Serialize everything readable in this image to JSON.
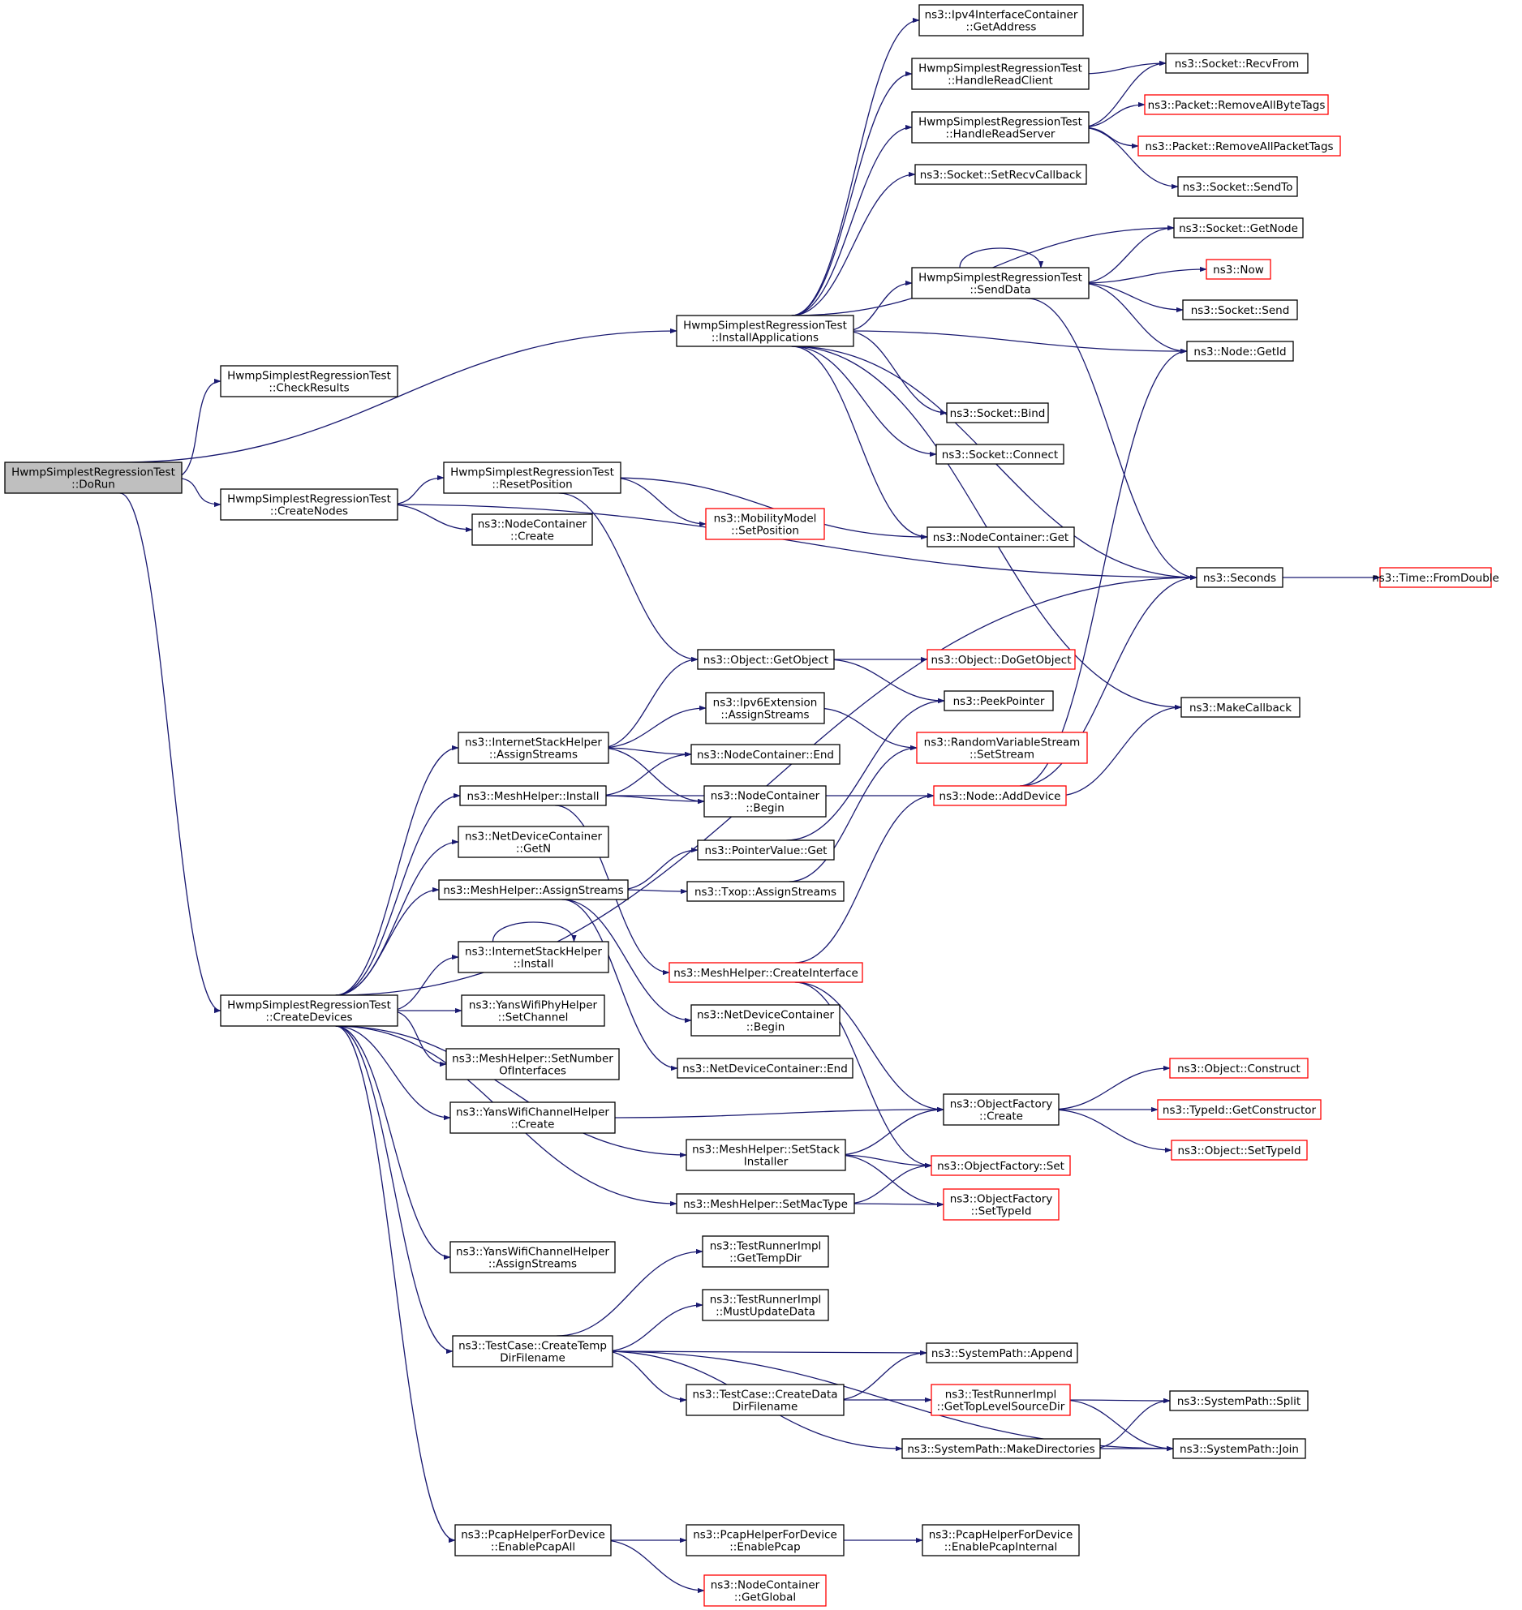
{
  "colors": {
    "edge": "#191970",
    "border": "#000000",
    "root_fill": "#bfbfbf",
    "truncated_border": "#ff0000",
    "background": "#ffffff"
  },
  "nodes": [
    {
      "id": "dorun",
      "lines": [
        "HwmpSimplestRegressionTest",
        "::DoRun"
      ],
      "style": "root"
    },
    {
      "id": "checkresults",
      "lines": [
        "HwmpSimplestRegressionTest",
        "::CheckResults"
      ],
      "style": "normal"
    },
    {
      "id": "createnodes",
      "lines": [
        "HwmpSimplestRegressionTest",
        "::CreateNodes"
      ],
      "style": "normal"
    },
    {
      "id": "createdevices",
      "lines": [
        "HwmpSimplestRegressionTest",
        "::CreateDevices"
      ],
      "style": "normal"
    },
    {
      "id": "installapps",
      "lines": [
        "HwmpSimplestRegressionTest",
        "::InstallApplications"
      ],
      "style": "normal"
    },
    {
      "id": "resetposition",
      "lines": [
        "HwmpSimplestRegressionTest",
        "::ResetPosition"
      ],
      "style": "normal"
    },
    {
      "id": "nc_create",
      "lines": [
        "ns3::NodeContainer",
        "::Create"
      ],
      "style": "normal"
    },
    {
      "id": "mm_setposition",
      "lines": [
        "ns3::MobilityModel",
        "::SetPosition"
      ],
      "style": "truncated"
    },
    {
      "id": "ipv4_getaddress",
      "lines": [
        "ns3::Ipv4InterfaceContainer",
        "::GetAddress"
      ],
      "style": "normal"
    },
    {
      "id": "handlereadclient",
      "lines": [
        "HwmpSimplestRegressionTest",
        "::HandleReadClient"
      ],
      "style": "normal"
    },
    {
      "id": "handlereadserver",
      "lines": [
        "HwmpSimplestRegressionTest",
        "::HandleReadServer"
      ],
      "style": "normal"
    },
    {
      "id": "setrecvcallback",
      "lines": [
        "ns3::Socket::SetRecvCallback"
      ],
      "style": "normal"
    },
    {
      "id": "senddata",
      "lines": [
        "HwmpSimplestRegressionTest",
        "::SendData"
      ],
      "style": "normal"
    },
    {
      "id": "socket_bind",
      "lines": [
        "ns3::Socket::Bind"
      ],
      "style": "normal"
    },
    {
      "id": "socket_connect",
      "lines": [
        "ns3::Socket::Connect"
      ],
      "style": "normal"
    },
    {
      "id": "nc_get",
      "lines": [
        "ns3::NodeContainer::Get"
      ],
      "style": "normal"
    },
    {
      "id": "recvfrom",
      "lines": [
        "ns3::Socket::RecvFrom"
      ],
      "style": "normal"
    },
    {
      "id": "removeallbytetags",
      "lines": [
        "ns3::Packet::RemoveAllByteTags"
      ],
      "style": "truncated"
    },
    {
      "id": "removeallpackettags",
      "lines": [
        "ns3::Packet::RemoveAllPacketTags"
      ],
      "style": "truncated"
    },
    {
      "id": "socket_sendto",
      "lines": [
        "ns3::Socket::SendTo"
      ],
      "style": "normal"
    },
    {
      "id": "socket_getnode",
      "lines": [
        "ns3::Socket::GetNode"
      ],
      "style": "normal"
    },
    {
      "id": "now",
      "lines": [
        "ns3::Now"
      ],
      "style": "truncated"
    },
    {
      "id": "socket_send",
      "lines": [
        "ns3::Socket::Send"
      ],
      "style": "normal"
    },
    {
      "id": "node_getid",
      "lines": [
        "ns3::Node::GetId"
      ],
      "style": "normal"
    },
    {
      "id": "seconds",
      "lines": [
        "ns3::Seconds"
      ],
      "style": "normal"
    },
    {
      "id": "fromdouble",
      "lines": [
        "ns3::Time::FromDouble"
      ],
      "style": "truncated"
    },
    {
      "id": "makecallback",
      "lines": [
        "ns3::MakeCallback"
      ],
      "style": "normal"
    },
    {
      "id": "object_getobject",
      "lines": [
        "ns3::Object::GetObject"
      ],
      "style": "normal"
    },
    {
      "id": "object_dogetobject",
      "lines": [
        "ns3::Object::DoGetObject"
      ],
      "style": "truncated"
    },
    {
      "id": "peekpointer",
      "lines": [
        "ns3::PeekPointer"
      ],
      "style": "normal"
    },
    {
      "id": "ipv6ext_assign",
      "lines": [
        "ns3::Ipv6Extension",
        "::AssignStreams"
      ],
      "style": "normal"
    },
    {
      "id": "rvs_setstream",
      "lines": [
        "ns3::RandomVariableStream",
        "::SetStream"
      ],
      "style": "truncated"
    },
    {
      "id": "nc_end",
      "lines": [
        "ns3::NodeContainer::End"
      ],
      "style": "normal"
    },
    {
      "id": "nc_begin",
      "lines": [
        "ns3::NodeContainer",
        "::Begin"
      ],
      "style": "normal"
    },
    {
      "id": "node_adddevice",
      "lines": [
        "ns3::Node::AddDevice"
      ],
      "style": "truncated"
    },
    {
      "id": "ish_assign",
      "lines": [
        "ns3::InternetStackHelper",
        "::AssignStreams"
      ],
      "style": "normal"
    },
    {
      "id": "mesh_install",
      "lines": [
        "ns3::MeshHelper::Install"
      ],
      "style": "normal"
    },
    {
      "id": "ndc_getn",
      "lines": [
        "ns3::NetDeviceContainer",
        "::GetN"
      ],
      "style": "normal"
    },
    {
      "id": "mesh_assign",
      "lines": [
        "ns3::MeshHelper::AssignStreams"
      ],
      "style": "normal"
    },
    {
      "id": "ish_install",
      "lines": [
        "ns3::InternetStackHelper",
        "::Install"
      ],
      "style": "normal"
    },
    {
      "id": "yansphy_setchannel",
      "lines": [
        "ns3::YansWifiPhyHelper",
        "::SetChannel"
      ],
      "style": "normal"
    },
    {
      "id": "mesh_setnumif",
      "lines": [
        "ns3::MeshHelper::SetNumber",
        "OfInterfaces"
      ],
      "style": "normal"
    },
    {
      "id": "yanschan_create",
      "lines": [
        "ns3::YansWifiChannelHelper",
        "::Create"
      ],
      "style": "normal"
    },
    {
      "id": "pointervalue_get",
      "lines": [
        "ns3::PointerValue::Get"
      ],
      "style": "normal"
    },
    {
      "id": "txop_assign",
      "lines": [
        "ns3::Txop::AssignStreams"
      ],
      "style": "normal"
    },
    {
      "id": "mesh_createif",
      "lines": [
        "ns3::MeshHelper::CreateInterface"
      ],
      "style": "truncated"
    },
    {
      "id": "ndc_begin",
      "lines": [
        "ns3::NetDeviceContainer",
        "::Begin"
      ],
      "style": "normal"
    },
    {
      "id": "ndc_end",
      "lines": [
        "ns3::NetDeviceContainer::End"
      ],
      "style": "normal"
    },
    {
      "id": "of_create",
      "lines": [
        "ns3::ObjectFactory",
        "::Create"
      ],
      "style": "normal"
    },
    {
      "id": "object_construct",
      "lines": [
        "ns3::Object::Construct"
      ],
      "style": "truncated"
    },
    {
      "id": "typeid_getconstructor",
      "lines": [
        "ns3::TypeId::GetConstructor"
      ],
      "style": "truncated"
    },
    {
      "id": "object_settypeid",
      "lines": [
        "ns3::Object::SetTypeId"
      ],
      "style": "truncated"
    },
    {
      "id": "mesh_setstack",
      "lines": [
        "ns3::MeshHelper::SetStack",
        "Installer"
      ],
      "style": "normal"
    },
    {
      "id": "of_set",
      "lines": [
        "ns3::ObjectFactory::Set"
      ],
      "style": "truncated"
    },
    {
      "id": "mesh_setmactype",
      "lines": [
        "ns3::MeshHelper::SetMacType"
      ],
      "style": "normal"
    },
    {
      "id": "of_settypeid",
      "lines": [
        "ns3::ObjectFactory",
        "::SetTypeId"
      ],
      "style": "truncated"
    },
    {
      "id": "yanschan_assign",
      "lines": [
        "ns3::YansWifiChannelHelper",
        "::AssignStreams"
      ],
      "style": "normal"
    },
    {
      "id": "tri_gettempdir",
      "lines": [
        "ns3::TestRunnerImpl",
        "::GetTempDir"
      ],
      "style": "normal"
    },
    {
      "id": "tri_mustupdate",
      "lines": [
        "ns3::TestRunnerImpl",
        "::MustUpdateData"
      ],
      "style": "normal"
    },
    {
      "id": "tc_createtemp",
      "lines": [
        "ns3::TestCase::CreateTemp",
        "DirFilename"
      ],
      "style": "normal"
    },
    {
      "id": "sp_append",
      "lines": [
        "ns3::SystemPath::Append"
      ],
      "style": "normal"
    },
    {
      "id": "tc_createdata",
      "lines": [
        "ns3::TestCase::CreateData",
        "DirFilename"
      ],
      "style": "normal"
    },
    {
      "id": "tri_gettoplevel",
      "lines": [
        "ns3::TestRunnerImpl",
        "::GetTopLevelSourceDir"
      ],
      "style": "truncated"
    },
    {
      "id": "sp_split",
      "lines": [
        "ns3::SystemPath::Split"
      ],
      "style": "normal"
    },
    {
      "id": "sp_makedirs",
      "lines": [
        "ns3::SystemPath::MakeDirectories"
      ],
      "style": "normal"
    },
    {
      "id": "sp_join",
      "lines": [
        "ns3::SystemPath::Join"
      ],
      "style": "normal"
    },
    {
      "id": "pcap_enableall",
      "lines": [
        "ns3::PcapHelperForDevice",
        "::EnablePcapAll"
      ],
      "style": "normal"
    },
    {
      "id": "pcap_enable",
      "lines": [
        "ns3::PcapHelperForDevice",
        "::EnablePcap"
      ],
      "style": "normal"
    },
    {
      "id": "pcap_enableinternal",
      "lines": [
        "ns3::PcapHelperForDevice",
        "::EnablePcapInternal"
      ],
      "style": "normal"
    },
    {
      "id": "nc_getglobal",
      "lines": [
        "ns3::NodeContainer",
        "::GetGlobal"
      ],
      "style": "truncated"
    }
  ],
  "edges": [
    [
      "dorun",
      "checkresults"
    ],
    [
      "dorun",
      "installapps"
    ],
    [
      "dorun",
      "createnodes"
    ],
    [
      "dorun",
      "createdevices"
    ],
    [
      "createnodes",
      "resetposition"
    ],
    [
      "createnodes",
      "nc_create"
    ],
    [
      "createnodes",
      "seconds"
    ],
    [
      "resetposition",
      "mm_setposition"
    ],
    [
      "resetposition",
      "nc_get"
    ],
    [
      "resetposition",
      "object_getobject"
    ],
    [
      "installapps",
      "ipv4_getaddress"
    ],
    [
      "installapps",
      "handlereadclient"
    ],
    [
      "installapps",
      "handlereadserver"
    ],
    [
      "installapps",
      "setrecvcallback"
    ],
    [
      "installapps",
      "socket_getnode"
    ],
    [
      "installapps",
      "senddata"
    ],
    [
      "installapps",
      "node_getid"
    ],
    [
      "installapps",
      "makecallback"
    ],
    [
      "installapps",
      "socket_bind"
    ],
    [
      "installapps",
      "socket_connect"
    ],
    [
      "installapps",
      "nc_get"
    ],
    [
      "installapps",
      "seconds"
    ],
    [
      "handlereadclient",
      "recvfrom"
    ],
    [
      "handlereadserver",
      "recvfrom"
    ],
    [
      "handlereadserver",
      "removeallbytetags"
    ],
    [
      "handlereadserver",
      "removeallpackettags"
    ],
    [
      "handlereadserver",
      "socket_sendto"
    ],
    [
      "senddata",
      "senddata"
    ],
    [
      "senddata",
      "socket_getnode"
    ],
    [
      "senddata",
      "now"
    ],
    [
      "senddata",
      "socket_send"
    ],
    [
      "senddata",
      "node_getid"
    ],
    [
      "senddata",
      "seconds"
    ],
    [
      "seconds",
      "fromdouble"
    ],
    [
      "createdevices",
      "seconds"
    ],
    [
      "createdevices",
      "ish_assign"
    ],
    [
      "createdevices",
      "mesh_install"
    ],
    [
      "createdevices",
      "ndc_getn"
    ],
    [
      "createdevices",
      "mesh_assign"
    ],
    [
      "createdevices",
      "ish_install"
    ],
    [
      "createdevices",
      "yansphy_setchannel"
    ],
    [
      "createdevices",
      "mesh_setnumif"
    ],
    [
      "createdevices",
      "yanschan_create"
    ],
    [
      "createdevices",
      "mesh_setstack"
    ],
    [
      "createdevices",
      "mesh_setmactype"
    ],
    [
      "createdevices",
      "yanschan_assign"
    ],
    [
      "createdevices",
      "tc_createtemp"
    ],
    [
      "createdevices",
      "pcap_enableall"
    ],
    [
      "ish_assign",
      "object_getobject"
    ],
    [
      "ish_assign",
      "ipv6ext_assign"
    ],
    [
      "ish_assign",
      "nc_end"
    ],
    [
      "ish_assign",
      "nc_begin"
    ],
    [
      "object_getobject",
      "object_dogetobject"
    ],
    [
      "object_getobject",
      "peekpointer"
    ],
    [
      "ipv6ext_assign",
      "rvs_setstream"
    ],
    [
      "mesh_install",
      "nc_end"
    ],
    [
      "mesh_install",
      "nc_begin"
    ],
    [
      "mesh_install",
      "mesh_createif"
    ],
    [
      "mesh_install",
      "node_adddevice"
    ],
    [
      "node_adddevice",
      "node_getid"
    ],
    [
      "node_adddevice",
      "seconds"
    ],
    [
      "node_adddevice",
      "makecallback"
    ],
    [
      "mesh_assign",
      "pointervalue_get"
    ],
    [
      "mesh_assign",
      "txop_assign"
    ],
    [
      "mesh_assign",
      "ndc_begin"
    ],
    [
      "mesh_assign",
      "ndc_end"
    ],
    [
      "pointervalue_get",
      "peekpointer"
    ],
    [
      "txop_assign",
      "rvs_setstream"
    ],
    [
      "ish_install",
      "ish_install"
    ],
    [
      "mesh_createif",
      "node_adddevice"
    ],
    [
      "mesh_createif",
      "of_create"
    ],
    [
      "mesh_createif",
      "of_set"
    ],
    [
      "yanschan_create",
      "of_create"
    ],
    [
      "of_create",
      "object_construct"
    ],
    [
      "of_create",
      "typeid_getconstructor"
    ],
    [
      "of_create",
      "object_settypeid"
    ],
    [
      "mesh_setstack",
      "of_create"
    ],
    [
      "mesh_setstack",
      "of_set"
    ],
    [
      "mesh_setstack",
      "of_settypeid"
    ],
    [
      "mesh_setmactype",
      "of_set"
    ],
    [
      "mesh_setmactype",
      "of_settypeid"
    ],
    [
      "tc_createtemp",
      "tri_gettempdir"
    ],
    [
      "tc_createtemp",
      "tri_mustupdate"
    ],
    [
      "tc_createtemp",
      "sp_append"
    ],
    [
      "tc_createtemp",
      "tc_createdata"
    ],
    [
      "tc_createtemp",
      "sp_makedirs"
    ],
    [
      "tc_createtemp",
      "sp_join"
    ],
    [
      "tc_createdata",
      "sp_append"
    ],
    [
      "tc_createdata",
      "tri_gettoplevel"
    ],
    [
      "tri_gettoplevel",
      "sp_split"
    ],
    [
      "tri_gettoplevel",
      "sp_join"
    ],
    [
      "sp_makedirs",
      "sp_split"
    ],
    [
      "sp_makedirs",
      "sp_join"
    ],
    [
      "pcap_enableall",
      "pcap_enable"
    ],
    [
      "pcap_enableall",
      "nc_getglobal"
    ],
    [
      "pcap_enable",
      "pcap_enableinternal"
    ]
  ]
}
